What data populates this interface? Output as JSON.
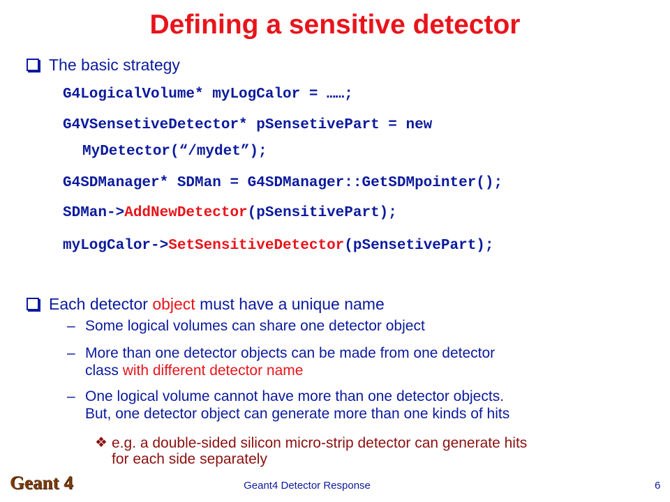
{
  "slide": {
    "title": "Defining a sensitive detector",
    "bullet1": "The basic strategy",
    "code": {
      "line1": "G4LogicalVolume* myLogCalor = ……;",
      "line2a": "G4VSensetiveDetector* pSensetivePart = new",
      "line2b": "MyDetector(“/mydet”);",
      "line3": "G4SDManager* SDMan = G4SDManager::GetSDMpointer();",
      "line4_pre": "SDMan->",
      "line4_fn": "AddNewDetector",
      "line4_post": "(pSensitivePart);",
      "line5_pre": "myLogCalor->",
      "line5_fn": "SetSensitiveDetector",
      "line5_post": "(pSensetivePart);"
    },
    "bullet2": {
      "pre": "Each detector ",
      "highlight": "object",
      "post": " must have a unique name"
    },
    "sub1": "Some logical volumes can share one detector object",
    "sub2": {
      "line1": "More than one detector objects can be made from one detector",
      "line2_pre": "class ",
      "line2_highlight": "with different detector name"
    },
    "sub3": {
      "line1": "One logical volume cannot have more than one detector objects.",
      "line2": "But, one detector object can generate more than one kinds of hits"
    },
    "sub3_1": {
      "line1": "e.g. a double-sided silicon micro-strip detector can generate hits",
      "line2": "for each side separately"
    },
    "dash": "–",
    "diamond": "❖",
    "logo": "Geant 4",
    "footer": "Geant4 Detector Response",
    "page_number": "6"
  },
  "colors": {
    "title": "#e8141b",
    "text": "#0b1a9c",
    "highlight": "#e8141b",
    "subsub": "#8b1010",
    "logo": "#7b3b0e"
  }
}
